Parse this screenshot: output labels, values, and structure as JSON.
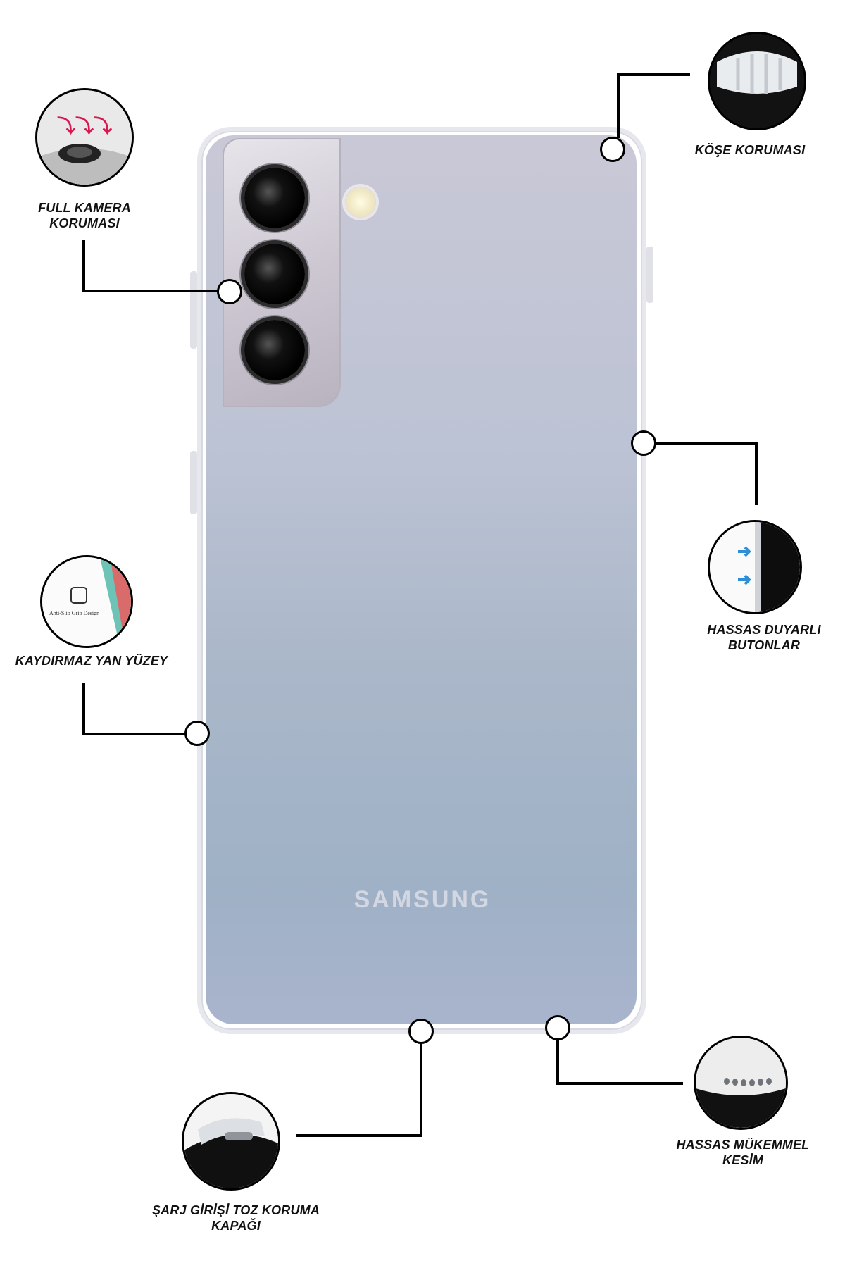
{
  "features": {
    "camera": "FULL KAMERA\nKORUMASI",
    "corner": "KÖŞE KORUMASI",
    "buttons": "HASSAS DUYARLI\nBUTONLAR",
    "side": "KAYDIRMAZ YAN YÜZEY",
    "port": "ŞARJ GİRİŞİ TOZ KORUMA\nKAPAĞI",
    "cutout": "HASSAS MÜKEMMEL\nKESİM"
  },
  "phone": {
    "brand": "SAMSUNG"
  },
  "thumbs": {
    "grip_caption": "Anti-Slip Grip Design"
  }
}
